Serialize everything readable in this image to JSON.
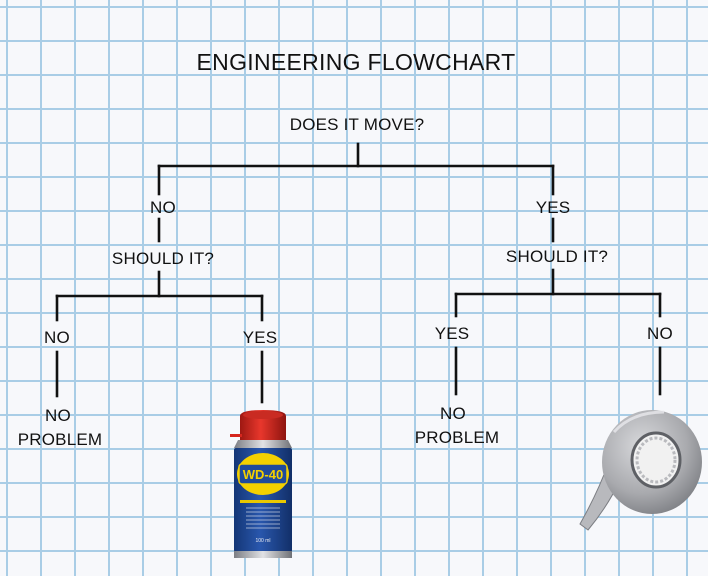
{
  "diagram": {
    "title": "ENGINEERING FLOWCHART",
    "root_question": "DOES IT MOVE?",
    "left_branch": {
      "answer": "NO",
      "question": "SHOULD IT?",
      "no": {
        "answer": "NO",
        "outcome_line1": "NO",
        "outcome_line2": "PROBLEM"
      },
      "yes": {
        "answer": "YES",
        "outcome_icon": "wd40-can-icon"
      }
    },
    "right_branch": {
      "answer": "YES",
      "question": "SHOULD IT?",
      "yes": {
        "answer": "YES",
        "outcome_line1": "NO",
        "outcome_line2": "PROBLEM"
      },
      "no": {
        "answer": "NO",
        "outcome_icon": "duct-tape-icon"
      }
    }
  },
  "wd40": {
    "brand": "WD-40",
    "volume": "100 ml"
  },
  "colors": {
    "ink": "#111111",
    "grid": "#a9cde6",
    "paper": "#f7f8fb",
    "wd40_blue": "#1f4a9c",
    "wd40_yellow": "#f4d000",
    "wd40_red": "#d6261d",
    "tape_gray": "#a9aaae"
  }
}
